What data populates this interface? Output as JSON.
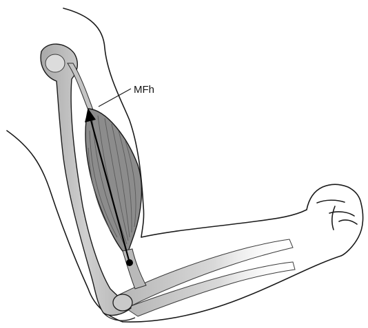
{
  "figure": {
    "labels": {
      "force_vector": "MFh"
    }
  },
  "colors": {
    "outline": "#1a1a1a",
    "bone": "#bdbdbd",
    "bone_light": "#d0d0d0",
    "muscle": "#8a8a8a",
    "muscle_fiber": "#5f5f5f",
    "skin": "#ffffff",
    "vector": "#000000"
  },
  "icons": {
    "vector_tail": "dot",
    "vector_head": "arrowhead"
  }
}
